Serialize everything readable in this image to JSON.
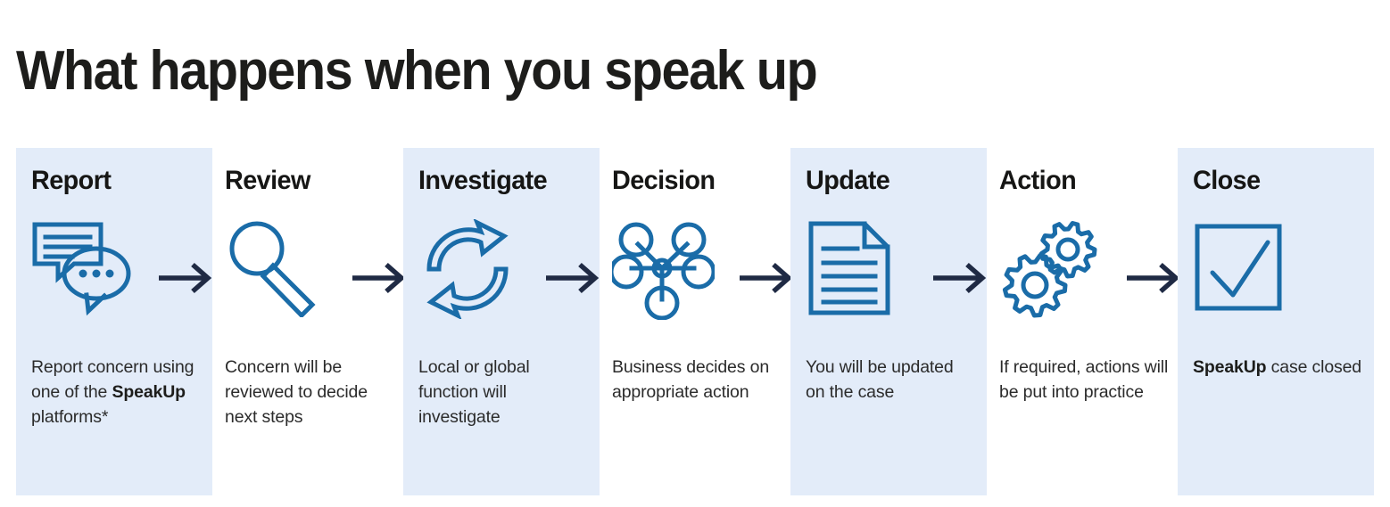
{
  "header": {
    "title": "What happens when you speak up"
  },
  "colors": {
    "panel_tint": "#e3ecf9",
    "icon_blue": "#1a6ca8",
    "arrow_navy": "#1f2a44",
    "title_ink": "#1d1d1b",
    "body_ink": "#2b2b2b",
    "page_background": "#ffffff"
  },
  "flow": {
    "arrow_icon_name": "arrow-right-icon",
    "steps": [
      {
        "id": "report",
        "title": "Report",
        "icon": "speech-bubbles-icon",
        "tinted": true,
        "has_arrow_after": true,
        "body_lines": [
          {
            "text": "Report concern ",
            "bold": false
          },
          {
            "text": "using one of the ",
            "bold": false
          },
          {
            "text": "SpeakUp",
            "bold": true
          },
          {
            "text": " platforms*",
            "bold": false
          }
        ],
        "body_plain": "Report concern using one of the SpeakUp platforms*"
      },
      {
        "id": "review",
        "title": "Review",
        "icon": "magnifying-glass-icon",
        "tinted": false,
        "has_arrow_after": true,
        "body_lines": [
          {
            "text": "Concern will be reviewed to decide next steps",
            "bold": false
          }
        ],
        "body_plain": "Concern will be reviewed to decide next steps"
      },
      {
        "id": "investigate",
        "title": "Investigate",
        "icon": "refresh-cycle-icon",
        "tinted": true,
        "has_arrow_after": true,
        "body_lines": [
          {
            "text": "Local or global function will investigate",
            "bold": false
          }
        ],
        "body_plain": "Local or global function will investigate"
      },
      {
        "id": "decision",
        "title": "Decision",
        "icon": "network-nodes-icon",
        "tinted": false,
        "has_arrow_after": true,
        "body_lines": [
          {
            "text": "Business decides on appropriate action",
            "bold": false
          }
        ],
        "body_plain": "Business decides on appropriate action"
      },
      {
        "id": "update",
        "title": "Update",
        "icon": "document-lines-icon",
        "tinted": true,
        "has_arrow_after": true,
        "body_lines": [
          {
            "text": "You will be updated on the case",
            "bold": false
          }
        ],
        "body_plain": "You will be updated on the case"
      },
      {
        "id": "action",
        "title": "Action",
        "icon": "gears-icon",
        "tinted": false,
        "has_arrow_after": true,
        "body_lines": [
          {
            "text": "If required, actions will be put into practice",
            "bold": false
          }
        ],
        "body_plain": "If required, actions will be put into practice"
      },
      {
        "id": "close",
        "title": "Close",
        "icon": "checkbox-tick-icon",
        "tinted": true,
        "has_arrow_after": false,
        "body_lines": [
          {
            "text": "SpeakUp",
            "bold": true
          },
          {
            "text": " case closed",
            "bold": false
          }
        ],
        "body_plain": "SpeakUp case closed"
      }
    ]
  }
}
